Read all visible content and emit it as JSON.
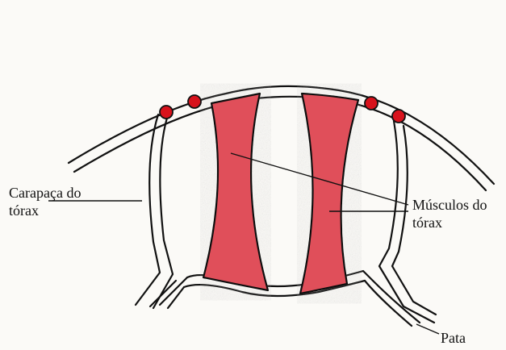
{
  "labels": {
    "carapace_line1": "Carapaça do",
    "carapace_line2": "tórax",
    "muscles_line1": "Músculos do",
    "muscles_line2": "tórax",
    "leg": "Pata"
  },
  "colors": {
    "muscle_fill": "#e0505a",
    "joint_fill": "#d8121c",
    "outline": "#111111",
    "background": "#fbfaf7"
  }
}
